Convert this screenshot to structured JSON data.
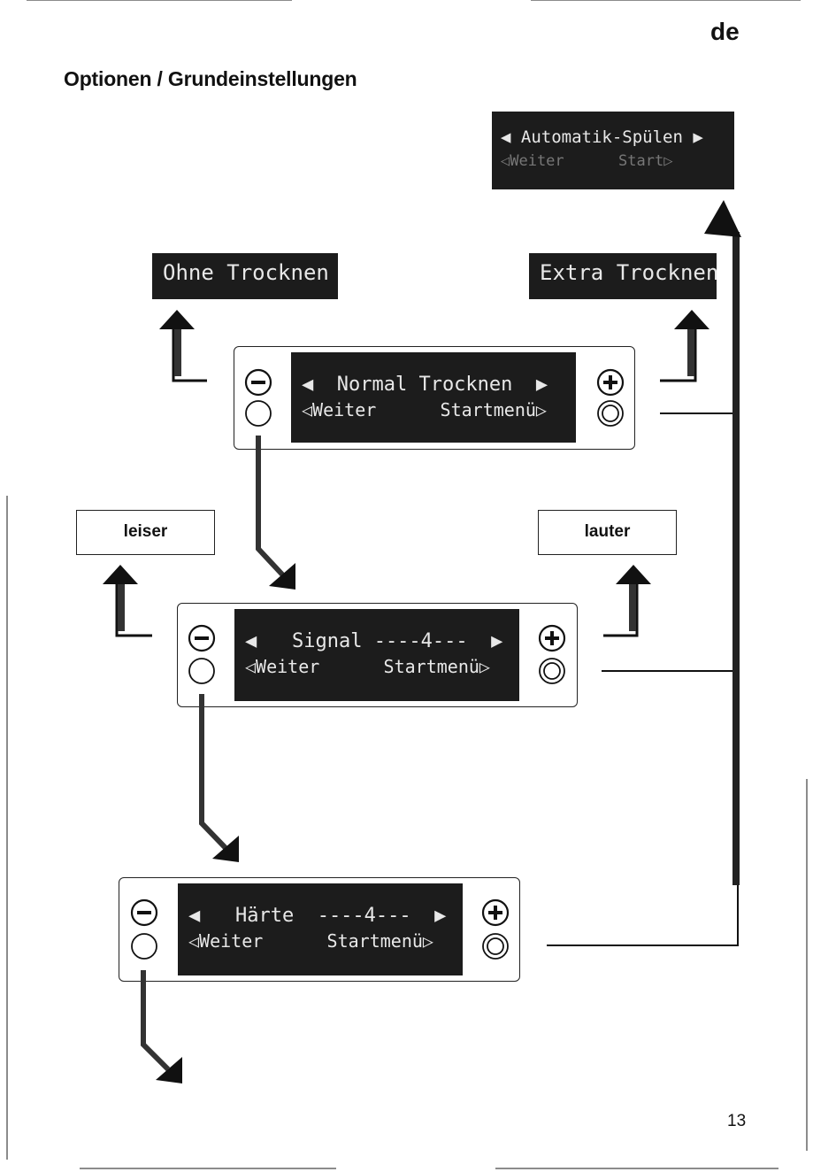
{
  "page": {
    "language": "de",
    "heading": "Optionen / Grundeinstellungen",
    "page_number": "13"
  },
  "labels": {
    "automatik_line1": "◀ Automatik-Spülen ▶",
    "automatik_line2": "◁Weiter      Start▷",
    "ohne_trocknen": "Ohne Trocknen",
    "extra_trocknen": "Extra Trocknen",
    "leiser": "leiser",
    "lauter": "lauter"
  },
  "panels": [
    {
      "line1": "◀  Normal Trocknen  ▶",
      "line2": "◁Weiter      Startmenü▷"
    },
    {
      "line1": "◀   Signal ----4---  ▶",
      "line2": "◁Weiter      Startmenü▷"
    },
    {
      "line1": "◀   Härte  ----4---  ▶",
      "line2": "◁Weiter      Startmenü▷"
    }
  ],
  "icons": {
    "minus_button": "minus-circle-icon",
    "plus_button": "plus-circle-icon",
    "lower_left_button": "circle-button-icon",
    "lower_right_button": "double-circle-button-icon",
    "arrow": "arrow-icon"
  }
}
